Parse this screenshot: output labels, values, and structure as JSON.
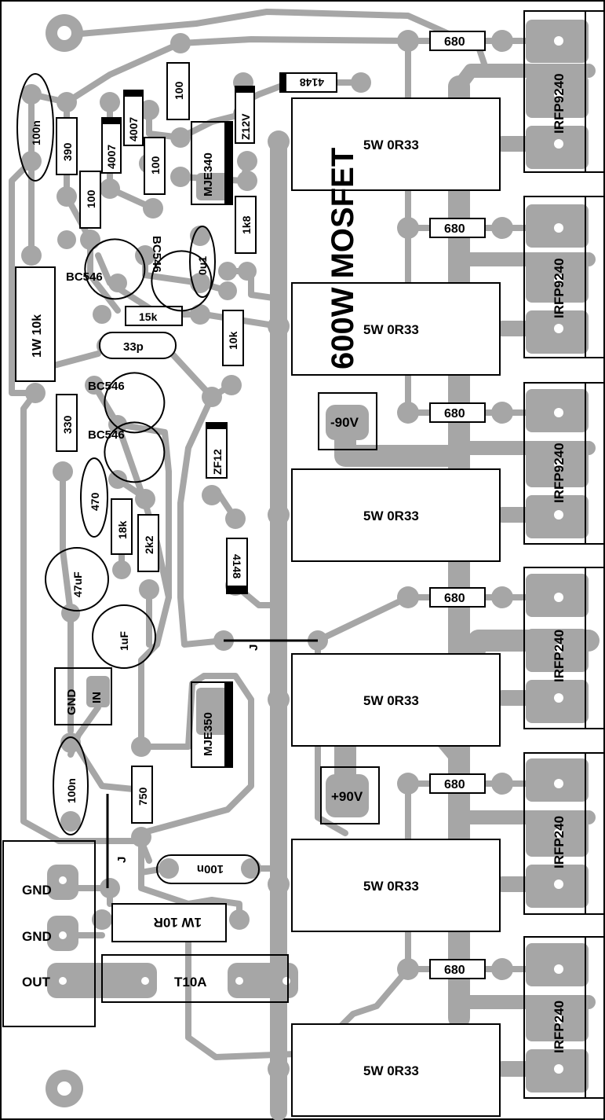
{
  "title": "600W MOSFET",
  "colors": {
    "trace": "#a6a6a6",
    "outline": "#000000",
    "background": "#ffffff"
  },
  "output_transistors": [
    "IRFP9240",
    "IRFP9240",
    "IRFP9240",
    "IRFP240",
    "IRFP240",
    "IRFP240"
  ],
  "source_resistors": [
    "5W 0R33",
    "5W 0R33",
    "5W 0R33",
    "5W 0R33",
    "5W 0R33",
    "5W 0R33"
  ],
  "gate_resistors": [
    "680",
    "680",
    "680",
    "680",
    "680",
    "680"
  ],
  "diodes": {
    "top": "4148",
    "mid": "4148",
    "d1": "4007",
    "d2": "4007"
  },
  "zeners": {
    "z12v": "Z12V",
    "zf12": "ZF12"
  },
  "drivers": {
    "mje340": "MJE340",
    "mje350": "MJE350"
  },
  "small_transistors": {
    "q1": "BC546",
    "q2": "BC546",
    "q3": "BC546",
    "q4": "BC546"
  },
  "resistors": {
    "r390": "390",
    "r100a": "100",
    "r100b": "100",
    "r100c": "100",
    "r1k8": "1k8",
    "r15k": "15k",
    "r10k": "10k",
    "r330": "330",
    "r18k": "18k",
    "r2k2": "2k2",
    "r750": "750",
    "r1w10k": "1W 10k",
    "r1w10r": "1W 10R"
  },
  "capacitors": {
    "c100n_top": "100n",
    "c0u1": "0u1",
    "c33p": "33p",
    "c470": "470",
    "c47uf": "47uF",
    "c1uf": "1uF",
    "c100n_bot": "100n",
    "c100n_mid": "100n"
  },
  "supply": {
    "neg": "-90V",
    "pos": "+90V"
  },
  "input_connector": {
    "gnd": "GND",
    "in": "IN"
  },
  "output_connector": {
    "gnd1": "GND",
    "gnd2": "GND",
    "out": "OUT"
  },
  "fuse": "T10A",
  "jumpers": {
    "j1": "J",
    "j2": "J"
  }
}
